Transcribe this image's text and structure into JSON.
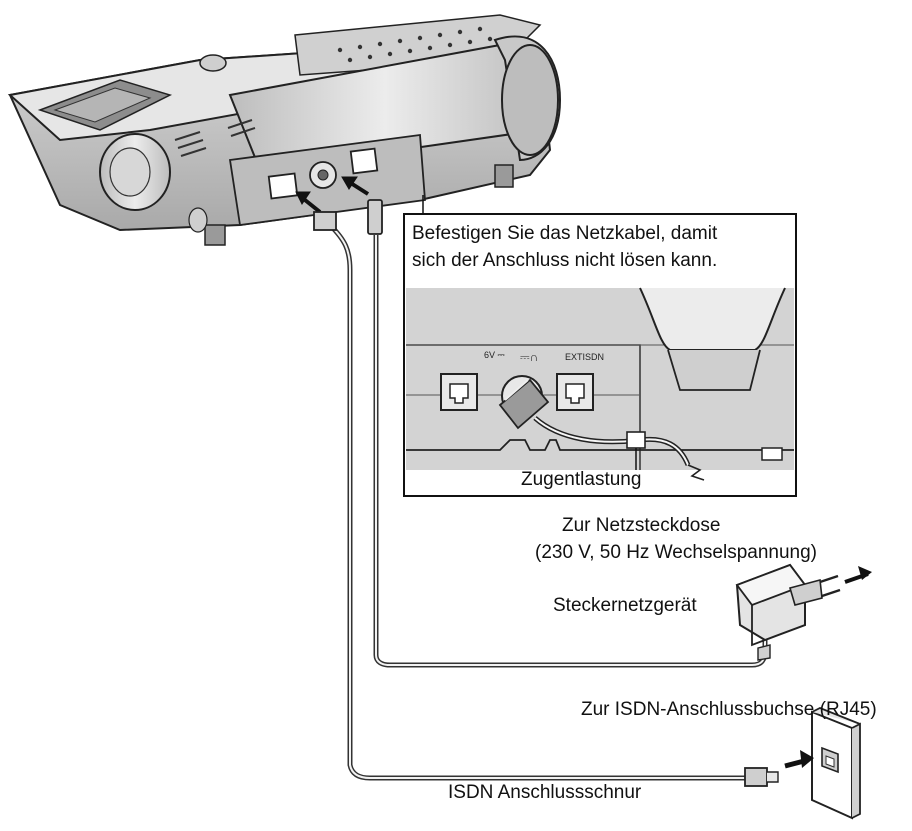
{
  "callout": {
    "line1": "Befestigen Sie das Netzkabel, damit",
    "line2": "sich der Anschluss nicht lösen kann.",
    "port_dc": "6V ⎓",
    "port_line": "⎓∩",
    "port_ext": "EXTISDN",
    "strain_relief": "Zugentlastung"
  },
  "labels": {
    "outlet_line1": "Zur Netzsteckdose",
    "outlet_line2": "(230 V, 50 Hz Wechselspannung)",
    "adapter": "Steckernetzgerät",
    "isdn_socket": "Zur ISDN-Anschlussbuchse (RJ45)",
    "isdn_cord": "ISDN Anschlussschnur"
  },
  "colors": {
    "ink": "#111111",
    "device_grey": "#bdbdbd",
    "background": "#ffffff"
  }
}
